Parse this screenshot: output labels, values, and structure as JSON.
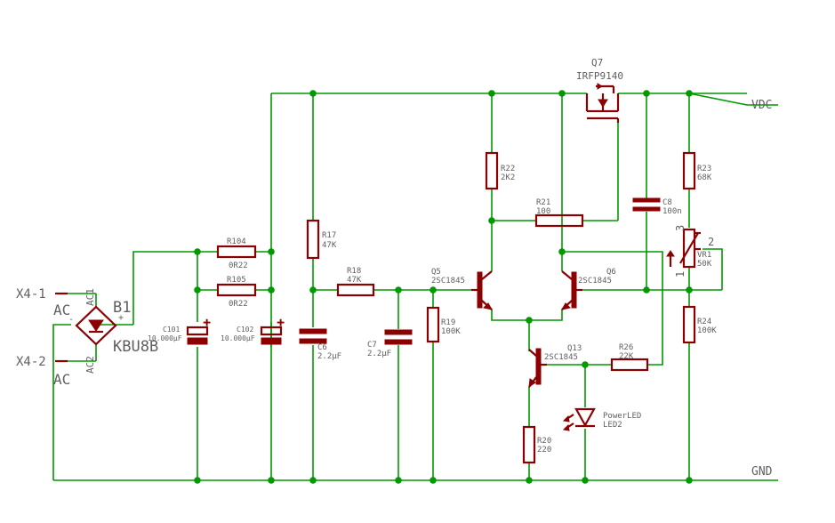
{
  "nets": {
    "vdc": "VDC",
    "gnd": "GND"
  },
  "connector": {
    "x4_1": "X4-1",
    "x4_2": "X4-2",
    "ac_top": "AC",
    "ac_bottom": "AC"
  },
  "bridge": {
    "name": "B1",
    "value": "KBU8B",
    "pin_ac1": "AC1",
    "pin_ac2": "AC2",
    "plus": "+",
    "minus": "-"
  },
  "parts": {
    "r104": {
      "name": "R104",
      "value": "0R22"
    },
    "r105": {
      "name": "R105",
      "value": "0R22"
    },
    "c101": {
      "name": "C101",
      "value": "10.000µF"
    },
    "c102": {
      "name": "C102",
      "value": "10.000µF"
    },
    "r17": {
      "name": "R17",
      "value": "47K"
    },
    "c6": {
      "name": "C6",
      "value": "2.2µF"
    },
    "r18": {
      "name": "R18",
      "value": "47K"
    },
    "c7": {
      "name": "C7",
      "value": "2.2µF"
    },
    "r19": {
      "name": "R19",
      "value": "100K"
    },
    "q5": {
      "name": "Q5",
      "value": "2SC1845"
    },
    "r22": {
      "name": "R22",
      "value": "2K2"
    },
    "q7": {
      "name": "Q7",
      "value": "IRFP9140"
    },
    "r21": {
      "name": "R21",
      "value": "100"
    },
    "c8": {
      "name": "C8",
      "value": "100n"
    },
    "q6": {
      "name": "Q6",
      "value": "2SC1845"
    },
    "r23": {
      "name": "R23",
      "value": "68K"
    },
    "vr1": {
      "name": "VR1",
      "value": "50K",
      "pin1": "1",
      "pin2": "2",
      "pin3": "3"
    },
    "r24": {
      "name": "R24",
      "value": "100K"
    },
    "q13": {
      "name": "Q13",
      "value": "2SC1845"
    },
    "r26": {
      "name": "R26",
      "value": "22K"
    },
    "r20": {
      "name": "R20",
      "value": "220"
    },
    "led2": {
      "name": "LED2",
      "value": "PowerLED"
    }
  },
  "colors": {
    "wire": "#009900",
    "component": "#8b0000",
    "text": "#606060",
    "background": "#ffffff"
  }
}
